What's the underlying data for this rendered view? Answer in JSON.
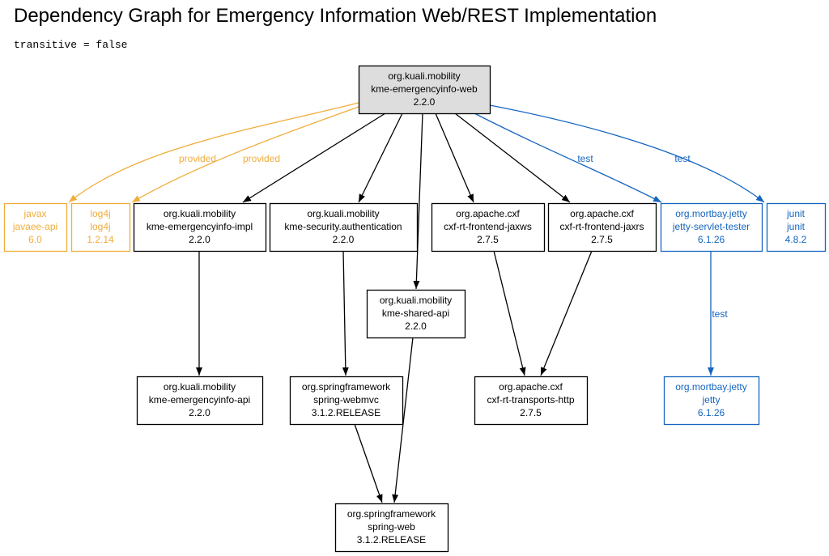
{
  "header": {
    "title": "Dependency Graph for Emergency Information Web/REST Implementation",
    "subtitle": "transitive = false"
  },
  "colors": {
    "compile": "#000000",
    "provided": "#f0ad3c",
    "test": "#1565c0",
    "root_fill": "#dddddd"
  },
  "nodes": [
    {
      "id": "root",
      "scope": "root",
      "lines": [
        "org.kuali.mobility",
        "kme-emergencyinfo-web",
        "2.2.0"
      ]
    },
    {
      "id": "javaee",
      "scope": "provided",
      "lines": [
        "javax",
        "javaee-api",
        "6.0"
      ]
    },
    {
      "id": "log4j",
      "scope": "provided",
      "lines": [
        "log4j",
        "log4j",
        "1.2.14"
      ]
    },
    {
      "id": "impl",
      "scope": "compile",
      "lines": [
        "org.kuali.mobility",
        "kme-emergencyinfo-impl",
        "2.2.0"
      ]
    },
    {
      "id": "secauth",
      "scope": "compile",
      "lines": [
        "org.kuali.mobility",
        "kme-security.authentication",
        "2.2.0"
      ]
    },
    {
      "id": "jaxws",
      "scope": "compile",
      "lines": [
        "org.apache.cxf",
        "cxf-rt-frontend-jaxws",
        "2.7.5"
      ]
    },
    {
      "id": "jaxrs",
      "scope": "compile",
      "lines": [
        "org.apache.cxf",
        "cxf-rt-frontend-jaxrs",
        "2.7.5"
      ]
    },
    {
      "id": "servlettester",
      "scope": "test",
      "lines": [
        "org.mortbay.jetty",
        "jetty-servlet-tester",
        "6.1.26"
      ]
    },
    {
      "id": "junit",
      "scope": "test",
      "lines": [
        "junit",
        "junit",
        "4.8.2"
      ]
    },
    {
      "id": "sharedapi",
      "scope": "compile",
      "lines": [
        "org.kuali.mobility",
        "kme-shared-api",
        "2.2.0"
      ]
    },
    {
      "id": "api",
      "scope": "compile",
      "lines": [
        "org.kuali.mobility",
        "kme-emergencyinfo-api",
        "2.2.0"
      ]
    },
    {
      "id": "webmvc",
      "scope": "compile",
      "lines": [
        "org.springframework",
        "spring-webmvc",
        "3.1.2.RELEASE"
      ]
    },
    {
      "id": "transports",
      "scope": "compile",
      "lines": [
        "org.apache.cxf",
        "cxf-rt-transports-http",
        "2.7.5"
      ]
    },
    {
      "id": "jetty",
      "scope": "test",
      "lines": [
        "org.mortbay.jetty",
        "jetty",
        "6.1.26"
      ]
    },
    {
      "id": "springweb",
      "scope": "compile",
      "lines": [
        "org.springframework",
        "spring-web",
        "3.1.2.RELEASE"
      ]
    }
  ],
  "edges": [
    {
      "from": "root",
      "to": "javaee",
      "scope": "provided",
      "label": "provided"
    },
    {
      "from": "root",
      "to": "log4j",
      "scope": "provided",
      "label": "provided"
    },
    {
      "from": "root",
      "to": "impl",
      "scope": "compile",
      "label": ""
    },
    {
      "from": "root",
      "to": "secauth",
      "scope": "compile",
      "label": ""
    },
    {
      "from": "root",
      "to": "sharedapi",
      "scope": "compile",
      "label": ""
    },
    {
      "from": "root",
      "to": "jaxws",
      "scope": "compile",
      "label": ""
    },
    {
      "from": "root",
      "to": "jaxrs",
      "scope": "compile",
      "label": ""
    },
    {
      "from": "root",
      "to": "servlettester",
      "scope": "test",
      "label": "test"
    },
    {
      "from": "root",
      "to": "junit",
      "scope": "test",
      "label": "test"
    },
    {
      "from": "impl",
      "to": "api",
      "scope": "compile",
      "label": ""
    },
    {
      "from": "secauth",
      "to": "webmvc",
      "scope": "compile",
      "label": ""
    },
    {
      "from": "jaxws",
      "to": "transports",
      "scope": "compile",
      "label": ""
    },
    {
      "from": "jaxrs",
      "to": "transports",
      "scope": "compile",
      "label": ""
    },
    {
      "from": "servlettester",
      "to": "jetty",
      "scope": "test",
      "label": "test"
    },
    {
      "from": "webmvc",
      "to": "springweb",
      "scope": "compile",
      "label": ""
    },
    {
      "from": "sharedapi",
      "to": "springweb",
      "scope": "compile",
      "label": ""
    }
  ]
}
